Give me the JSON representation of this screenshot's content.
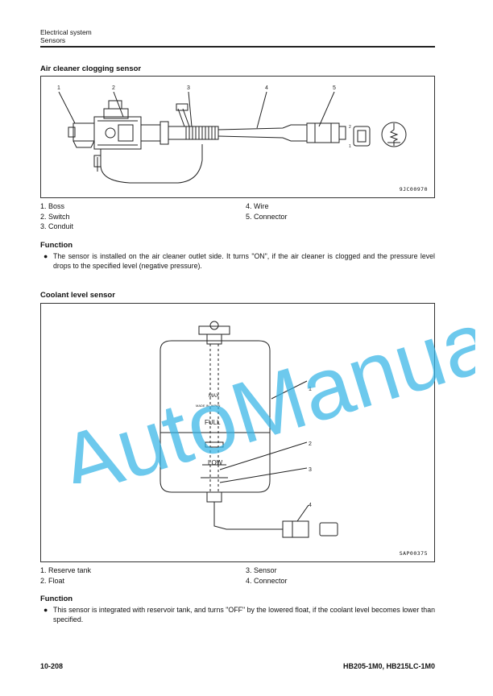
{
  "header": {
    "line1": "Electrical system",
    "line2": "Sensors"
  },
  "section1": {
    "title": "Air cleaner clogging sensor",
    "callouts": [
      "1",
      "2",
      "3",
      "4",
      "5"
    ],
    "figure_code": "9JC00970",
    "legend_left": [
      "1. Boss",
      "2. Switch",
      "3. Conduit"
    ],
    "legend_right": [
      "4. Wire",
      "5. Connector"
    ],
    "function_title": "Function",
    "function_text": "The sensor is installed on the air cleaner outlet side. It turns \"ON\", if the air cleaner is clogged and the pressure level drops to the specified level (negative pressure)."
  },
  "section2": {
    "title": "Coolant level sensor",
    "callouts": [
      "1",
      "2",
      "3",
      "4"
    ],
    "tank_labels": {
      "max": "MAX",
      "made_in": "MADE IN JAPAN",
      "full": "FULL",
      "low": "LOW"
    },
    "figure_code": "SAP00375",
    "legend_left": [
      "1. Reserve tank",
      "2. Float"
    ],
    "legend_right": [
      "3. Sensor",
      "4. Connector"
    ],
    "function_title": "Function",
    "function_text": "This sensor is integrated with reservoir tank, and turns \"OFF\" by the lowered float, if the coolant level becomes lower than specified."
  },
  "watermark": "AutoManual",
  "footer": {
    "page": "10-208",
    "model": "HB205-1M0, HB215LC-1M0"
  },
  "colors": {
    "watermark": "#35b4e6",
    "line": "#222222"
  }
}
